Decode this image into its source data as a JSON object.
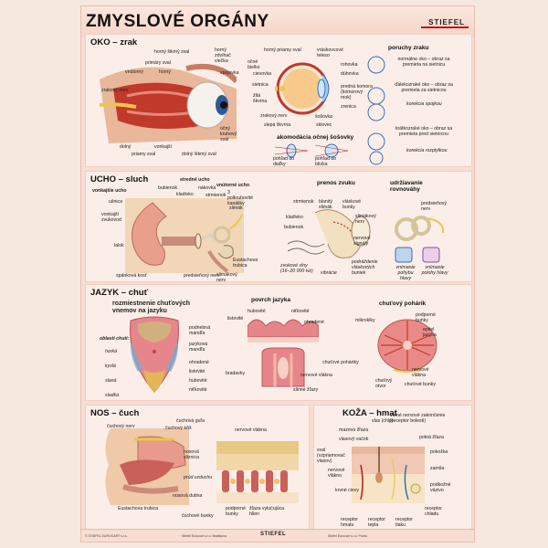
{
  "title": "ZMYSLOVÉ ORGÁNY",
  "brand": "STIEFEL",
  "eye": {
    "heading": "OKO – zrak",
    "left_labels": [
      "horný šikmý sval",
      "primáry sval",
      "vnútorný",
      "horný",
      "zrakový nerv",
      "dolný",
      "vonkajší",
      "priamy sval",
      "dolný šikmý sval"
    ],
    "mid_labels": [
      "horný zdvíhač viečka",
      "spojovka",
      "očný kruhový sval"
    ],
    "cross_labels": [
      "horný priamy sval",
      "vráskovcové teleso",
      "očné bielko",
      "rohovka",
      "cievovka",
      "dúhovka",
      "sietnica",
      "predná komora (komorový mok)",
      "žltá škvrna",
      "zrenica",
      "zrakový nerv",
      "šošovka",
      "slepá škvrna",
      "sklovec"
    ],
    "accommodation": {
      "heading": "akomodácia očnej šošovky",
      "far": "pohľad do diaľky",
      "near": "pohľad do blízka"
    },
    "defects": {
      "heading": "poruchy zraku",
      "items": [
        "normálne oko – obraz sa premieta na sietnicu",
        "ďalekozraké oko – obraz sa premieta za sietnicou",
        "korekcia spojkou",
        "krátkozraké oko – obraz sa premieta pred sietnicou",
        "korekcia rozptylkou"
      ]
    }
  },
  "ear": {
    "heading": "UCHO – sluch",
    "outer": "vonkajšie ucho",
    "middle": "stredné ucho",
    "inner": "vnútorné ucho",
    "labels": [
      "ušnica",
      "vonkajší zvukovod",
      "lalok",
      "spánková kosť",
      "bubienok",
      "kladivko",
      "nákovka",
      "strmienok",
      "3 polkruhovité kanáliky",
      "slimák",
      "Eustachova trubica",
      "predsieňový nerv",
      "slimákový nerv"
    ],
    "sound": {
      "heading": "prenos zvuku",
      "labels": [
        "strmienok",
        "blanitý slimák",
        "vláskové bunky",
        "slimákový nerv",
        "kladivko",
        "bubienok",
        "zvukové vlny (16–20 000 Hz)",
        "vibrácie",
        "nervové signály",
        "podráždenie vláskových buniek"
      ]
    },
    "balance": {
      "heading": "udržiavanie rovnováhy",
      "labels": [
        "predsieňový nerv",
        "vnímanie pohybu hlavy",
        "vnímanie polohy hlavy"
      ]
    }
  },
  "tongue": {
    "heading": "JAZYK – chuť",
    "sub": "rozmiestnenie chuťových vnemov na jazyku",
    "zones": [
      "oblasti chuti:",
      "horká",
      "kyslá",
      "slaná",
      "sladká"
    ],
    "labels": [
      "podnebná mandľa",
      "jazyková mandľa",
      "ohradené",
      "listovité",
      "hubovité",
      "niťkovité"
    ],
    "surface": {
      "heading": "povrch jazyka",
      "labels": [
        "hubovité",
        "niťkovité",
        "listovité",
        "ohradené",
        "bradavky",
        "chuťové poháriky",
        "nervové vlákna",
        "slinné žľazy"
      ]
    },
    "cup": {
      "heading": "chuťový pohárik",
      "labels": [
        "podporné bunky",
        "mikroklky",
        "epitel jazyka",
        "chuťový otvor",
        "nervové vlákna",
        "chuťové bunky"
      ]
    }
  },
  "nose": {
    "heading": "NOS – čuch",
    "labels": [
      "čuchový nerv",
      "čuchová guľa",
      "čuchový kôš",
      "nosová sliznica",
      "nervové vlákna",
      "prúd vzduchu",
      "nosová dutina",
      "Eustachova trubica",
      "čuchové bunky",
      "podporné bunky",
      "žľaza vylučujúca hlien"
    ]
  },
  "skin": {
    "heading": "KOŽA – hmat",
    "labels": [
      "vlas (chlp)",
      "voľné nervové zakončenie (receptor bolesti)",
      "mazová žľaza",
      "potná žľaza",
      "vlasový vačok",
      "sval (vzpriamovač vlasov)",
      "pokožka",
      "zamša",
      "nervové vlákno",
      "podkožné väzivo",
      "krvné cievy",
      "receptor hmatu",
      "receptor tepla",
      "receptor tlaku",
      "receptor chladu"
    ]
  },
  "footer": {
    "left": "© STIEFEL EUROCART s.r.o.",
    "mid_left": "Stiefel Eurocart s.r.o. Bratislava",
    "mid_right": "Stiefel Eurocart s.r.o. Praha",
    "brand": "STIEFEL"
  },
  "colors": {
    "poster_bg": "#f9ddd2",
    "accent_red": "#c01515",
    "muscle": "#c0392b",
    "nerve": "#e8c84a",
    "eye_blue": "#3b6fb5"
  }
}
